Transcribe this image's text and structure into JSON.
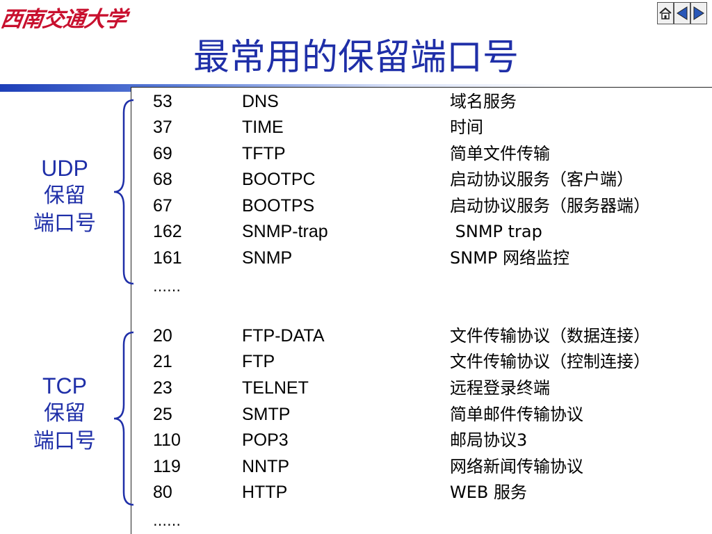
{
  "logo": {
    "text": "西南交通大学"
  },
  "nav": {
    "home": "home-icon",
    "prev": "triangle-left-icon",
    "next": "triangle-right-icon"
  },
  "title": "最常用的保留端口号",
  "colors": {
    "title": "#1f2fa8",
    "logo": "#c8102e"
  },
  "udp": {
    "label_proto": "UDP",
    "label_line2": "保留",
    "label_line3": "端口号",
    "rows": [
      {
        "port": "53",
        "name": "DNS",
        "desc": "域名服务"
      },
      {
        "port": "37",
        "name": "TIME",
        "desc": "时间"
      },
      {
        "port": "69",
        "name": "TFTP",
        "desc": "简单文件传输"
      },
      {
        "port": "68",
        "name": "BOOTPC",
        "desc": "启动协议服务（客户端）"
      },
      {
        "port": "67",
        "name": "BOOTPS",
        "desc": "启动协议服务（服务器端）"
      },
      {
        "port": "162",
        "name": "SNMP-trap",
        "desc": " SNMP trap"
      },
      {
        "port": "161",
        "name": "SNMP",
        "desc": "SNMP 网络监控"
      }
    ],
    "ellipsis": "……"
  },
  "tcp": {
    "label_proto": "TCP",
    "label_line2": "保留",
    "label_line3": "端口号",
    "rows": [
      {
        "port": "20",
        "name": "FTP-DATA",
        "desc": "文件传输协议（数据连接）"
      },
      {
        "port": "21",
        "name": "FTP",
        "desc": "文件传输协议（控制连接）"
      },
      {
        "port": "23",
        "name": "TELNET",
        "desc": "远程登录终端"
      },
      {
        "port": "25",
        "name": "SMTP",
        "desc": "简单邮件传输协议"
      },
      {
        "port": "110",
        "name": "POP3",
        "desc": "邮局协议3"
      },
      {
        "port": "119",
        "name": "NNTP",
        "desc": "网络新闻传输协议"
      },
      {
        "port": "80",
        "name": "HTTP",
        "desc": "WEB 服务"
      }
    ],
    "ellipsis": "……"
  }
}
